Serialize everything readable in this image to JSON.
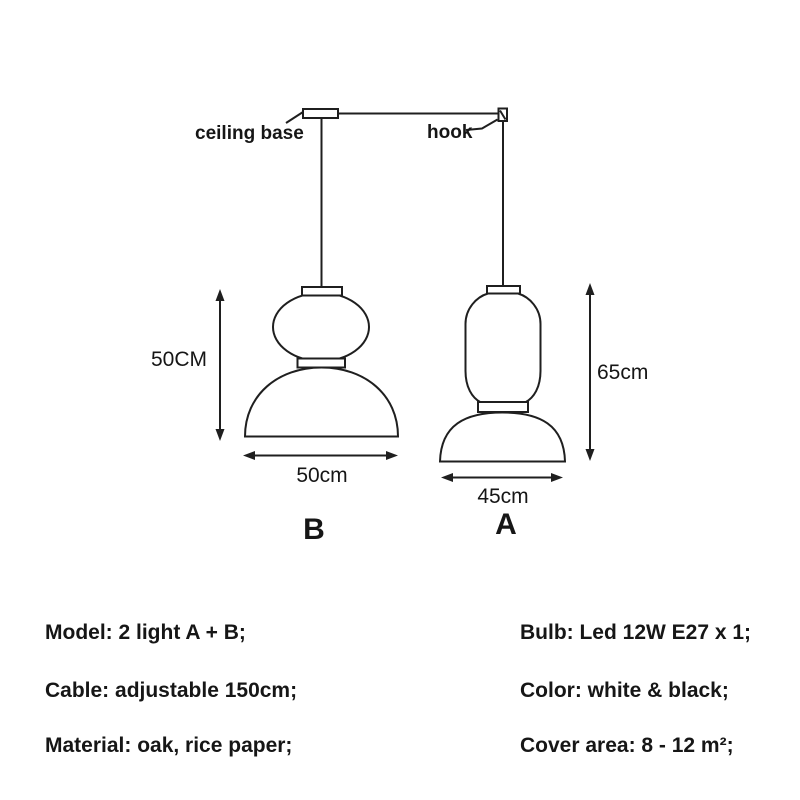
{
  "diagram": {
    "ceiling_base_label": "ceiling base",
    "hook_label": "hook",
    "lamp_b": {
      "height": "50CM",
      "width": "50cm",
      "name": "B"
    },
    "lamp_a": {
      "height": "65cm",
      "width": "45cm",
      "name": "A"
    }
  },
  "specs": {
    "left": [
      "Model: 2 light A + B;",
      "Cable: adjustable 150cm;",
      "Material: oak, rice paper;"
    ],
    "right": [
      "Bulb: Led 12W E27 x 1;",
      "Color: white & black;",
      "Cover area: 8 - 12 m²;"
    ]
  },
  "colors": {
    "line": "#1f1f1f",
    "text": "#161616",
    "background": "#ffffff"
  }
}
